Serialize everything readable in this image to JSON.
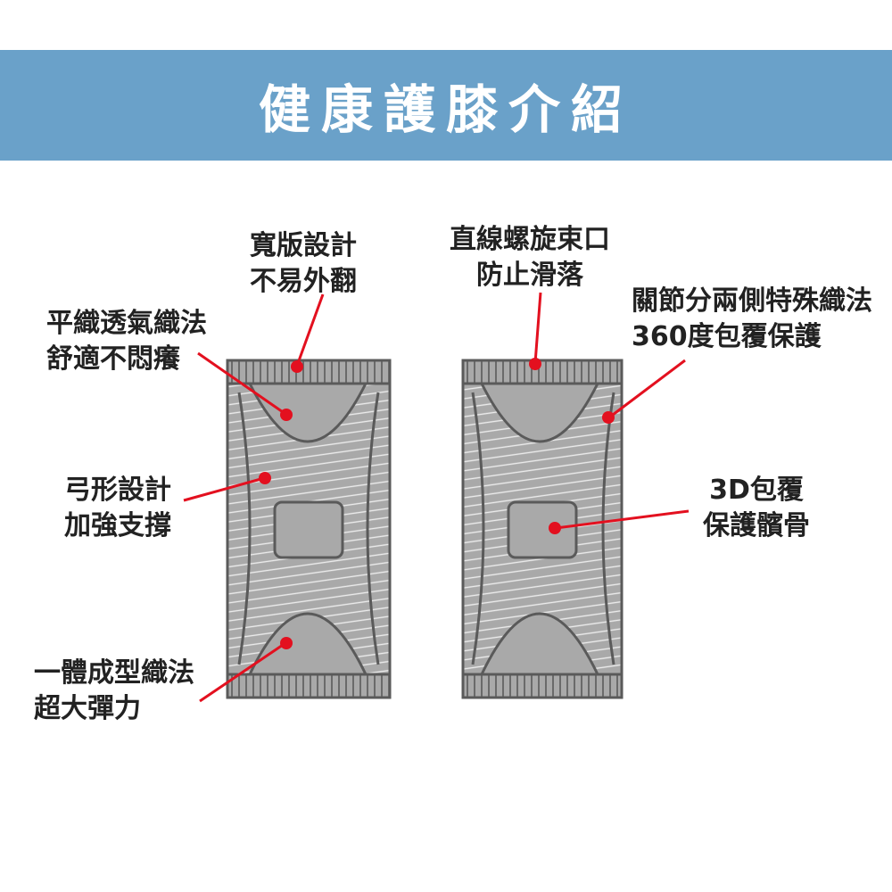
{
  "banner": {
    "title": "健康護膝介紹"
  },
  "callouts": {
    "wide_top": {
      "line1": "寬版設計",
      "line2": "不易外翻"
    },
    "spiral": {
      "line1": "直線螺旋束口",
      "line2": "防止滑落"
    },
    "joint": {
      "line1": "關節分兩側特殊織法",
      "line2": "360度包覆保護"
    },
    "flat_weave": {
      "line1": "平織透氣織法",
      "line2": "舒適不悶癢"
    },
    "arc": {
      "line1": "弓形設計",
      "line2": "加強支撐"
    },
    "support_3d": {
      "line1": "3D包覆",
      "line2": "保護髕骨"
    },
    "one_piece": {
      "line1": "一體成型織法",
      "line2": "超大彈力"
    }
  },
  "colors": {
    "banner": "#6aa1c9",
    "sleeve": "#a9a9a9",
    "outline": "#5a5a5a",
    "pointer": "#e3101f"
  }
}
